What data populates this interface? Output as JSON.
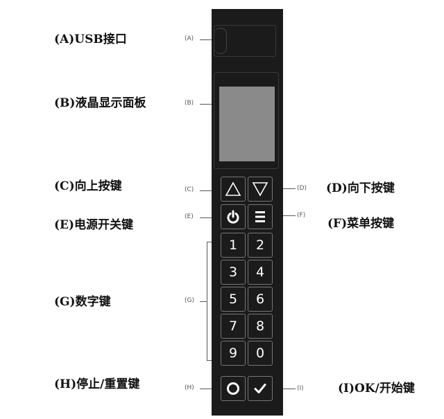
{
  "labels": {
    "A": "(A)USB接口",
    "B": "(B)液晶显示面板",
    "C": "(C)向上按键",
    "D": "(D)向下按键",
    "E": "(E)电源开关键",
    "F": "(F)菜单按键",
    "G": "(G)数字键",
    "H": "(H)停止/重置键",
    "I": "(I)OK/开始键"
  },
  "tags": {
    "A": "(A)",
    "B": "(B)",
    "C": "(C)",
    "D": "(D)",
    "E": "(E)",
    "F": "(F)",
    "G": "(G)",
    "H": "(H)",
    "I": "(I)"
  },
  "keys": {
    "k1": "1",
    "k2": "2",
    "k3": "3",
    "k4": "4",
    "k5": "5",
    "k6": "6",
    "k7": "7",
    "k8": "8",
    "k9": "9",
    "k0": "0"
  },
  "icons": {
    "up": "triangle-up-icon",
    "down": "triangle-down-icon",
    "power": "power-icon",
    "menu": "menu-icon",
    "stop": "circle-icon",
    "ok": "checkmark-icon"
  },
  "colors": {
    "device": "#1b1b1b",
    "lcd": "#8a8a8a",
    "key_border": "#777777"
  }
}
